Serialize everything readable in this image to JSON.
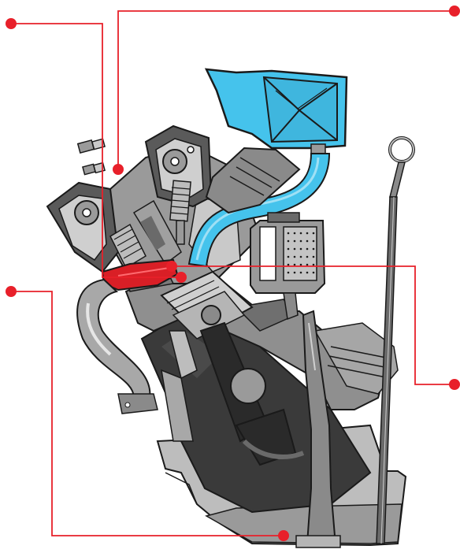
{
  "diagram": {
    "subject": "engine-cutaway",
    "callout_count": 4,
    "colors": {
      "callout": "#e8202a",
      "intake_manifold": "#45c3ec",
      "exhaust": "#d91f26",
      "block_dark": "#3a3a3a",
      "block_mid": "#8a8a8a",
      "block_light": "#d2d2d2",
      "outline": "#1a1a1a"
    },
    "components": [
      "air-intake-box",
      "intake-runner",
      "cylinder-head",
      "camshaft",
      "valve-spring",
      "fuel-injector",
      "spark-plug",
      "piston",
      "connecting-rod",
      "crankcase",
      "oil-sump",
      "oil-filter",
      "dipstick",
      "exhaust-port",
      "exhaust-pipe",
      "oil-pickup"
    ]
  }
}
